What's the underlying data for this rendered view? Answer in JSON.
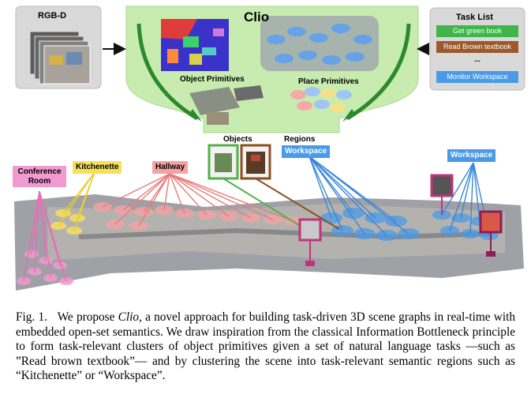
{
  "figure": {
    "rgbd_label": "RGB-D",
    "clio_title": "Clio",
    "object_primitives_label": "Object Primitives",
    "place_primitives_label": "Place Primitives",
    "objects_label": "Objects",
    "regions_label": "Regions",
    "task_list": {
      "title": "Task List",
      "tasks": [
        {
          "label": "Get green book",
          "color": "#3fb54a"
        },
        {
          "label": "Read Brown textbook",
          "color": "#9c5a2c"
        },
        {
          "label": "...",
          "color": "#ffffff"
        },
        {
          "label": "Monitor Workspace",
          "color": "#4a9ae8"
        }
      ]
    },
    "region_tags": {
      "conference_room": "Conference Room",
      "kitchenette": "Kitchenette",
      "hallway": "Hallway",
      "workspace_center": "Workspace",
      "workspace_right": "Workspace"
    },
    "colors": {
      "funnel_green": "#c8ecb0",
      "workspace_blue": "#4a9ae8",
      "hallway_red": "#f4a3a3",
      "kitchen_yellow": "#f5e15a",
      "conference_pink": "#f19ad0",
      "object_magenta": "#c2347a"
    }
  },
  "caption": {
    "prefix": "Fig. 1.",
    "text_1": "We propose ",
    "emphasis": "Clio",
    "text_2": ", a novel approach for building task-driven 3D scene graphs in real-time with embedded open-set semantics. We draw inspiration from the classical Information Bottleneck principle to form task-relevant clusters of object primitives given a set of natural language tasks —such as ”Read brown textbook”— and by clustering the scene into task-relevant semantic regions such as “Kitchenette” or “Workspace”."
  }
}
